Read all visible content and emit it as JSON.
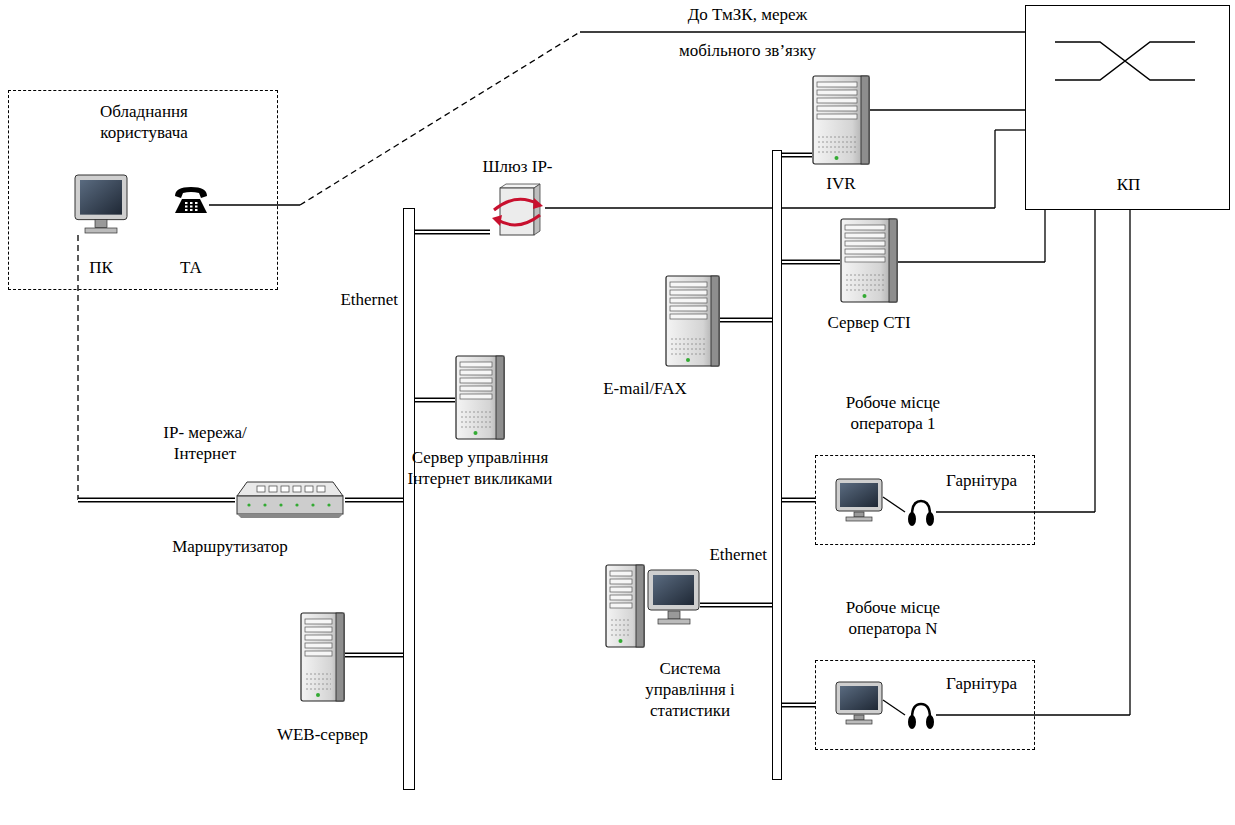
{
  "diagram": {
    "nodes": [
      {
        "text": [
          "Обладнання користувача"
        ]
      },
      {
        "text": [
          "ПК"
        ],
        "in": 0
      },
      {
        "text": [
          "ТА"
        ],
        "in": 0
      },
      {
        "text": [
          "Ethernet"
        ]
      },
      {
        "text": [
          "Маршрутизатор"
        ]
      },
      {
        "text": [
          "Шлюз IP-"
        ]
      },
      {
        "text": [
          "Сервер управління Інтернет викликами"
        ]
      },
      {
        "text": [
          "WEB-сервер"
        ]
      },
      {
        "text": [
          "Ethernet"
        ]
      },
      {
        "text": [
          "IVR"
        ]
      },
      {
        "text": [
          "КП"
        ]
      },
      {
        "text": [
          "Сервер CTI"
        ]
      },
      {
        "text": [
          "E-mail/FAX"
        ]
      },
      {
        "text": [
          "Робоче місце оператора 1"
        ]
      },
      {
        "text": [
          "Гарнітура"
        ],
        "in": 13
      },
      {
        "text": [
          "Робоче місце оператора N"
        ]
      },
      {
        "text": [
          "Гарнітура"
        ],
        "in": 15
      },
      {
        "text": [
          "Система управління і статистики"
        ]
      }
    ],
    "edges": [
      {
        "from": 1,
        "to": 4,
        "arrow": "none"
      },
      {
        "from": 2,
        "to": 10,
        "arrow": "none"
      },
      {
        "from": 4,
        "to": 3,
        "arrow": "none"
      },
      {
        "from": 5,
        "to": 3,
        "arrow": "none"
      },
      {
        "from": 6,
        "to": 3,
        "arrow": "none"
      },
      {
        "from": 7,
        "to": 3,
        "arrow": "none"
      },
      {
        "from": 5,
        "to": 10,
        "arrow": "none"
      },
      {
        "from": 9,
        "to": 8,
        "arrow": "none"
      },
      {
        "from": 9,
        "to": 10,
        "arrow": "none"
      },
      {
        "from": 11,
        "to": 8,
        "arrow": "none"
      },
      {
        "from": 11,
        "to": 10,
        "arrow": "none"
      },
      {
        "from": 12,
        "to": 8,
        "arrow": "none"
      },
      {
        "from": 13,
        "to": 8,
        "arrow": "none"
      },
      {
        "from": 14,
        "to": 10,
        "arrow": "none"
      },
      {
        "from": 15,
        "to": 8,
        "arrow": "none"
      },
      {
        "from": 16,
        "to": 10,
        "arrow": "none"
      },
      {
        "from": 17,
        "to": 8,
        "arrow": "none"
      }
    ],
    "labels": [
      "До ТмЗК, мереж мобільного зв’язку",
      "IP- мережа/Інтернет"
    ]
  }
}
